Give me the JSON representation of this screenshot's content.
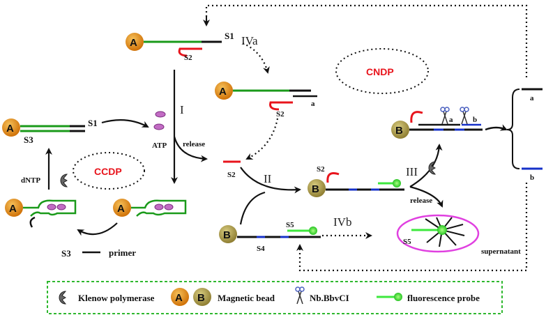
{
  "labels": {
    "A": "A",
    "B": "B",
    "S1": "S1",
    "S2": "S2",
    "S3": "S3",
    "S4": "S4",
    "S5": "S5",
    "a": "a",
    "b": "b",
    "I": "I",
    "II": "II",
    "III": "III",
    "IVa": "IVa",
    "IVb": "IVb",
    "ATP": "ATP",
    "release": "release",
    "dNTP": "dNTP",
    "primer": "primer",
    "supernatant": "supernatant"
  },
  "cycles": {
    "ccdp": "CCDP",
    "cndp": "CNDP"
  },
  "legend": {
    "klenow": "Klenow polymerase",
    "bead_a": "A",
    "bead_b": "B",
    "magnetic_bead": "Magnetic bead",
    "nicking": "Nb.BbvCI",
    "probe": "fluorescence probe"
  },
  "colors": {
    "strand_green": "#1a9a1a",
    "strand_red": "#e8141c",
    "strand_blue": "#1530c8",
    "probe_green": "#3de83d",
    "bead_orange": "#e88a10",
    "bead_olive": "#b3a04a",
    "atp_purple": "#c26cc4",
    "legend_border": "#2fb82f",
    "cndp_red": "#e8141c"
  }
}
